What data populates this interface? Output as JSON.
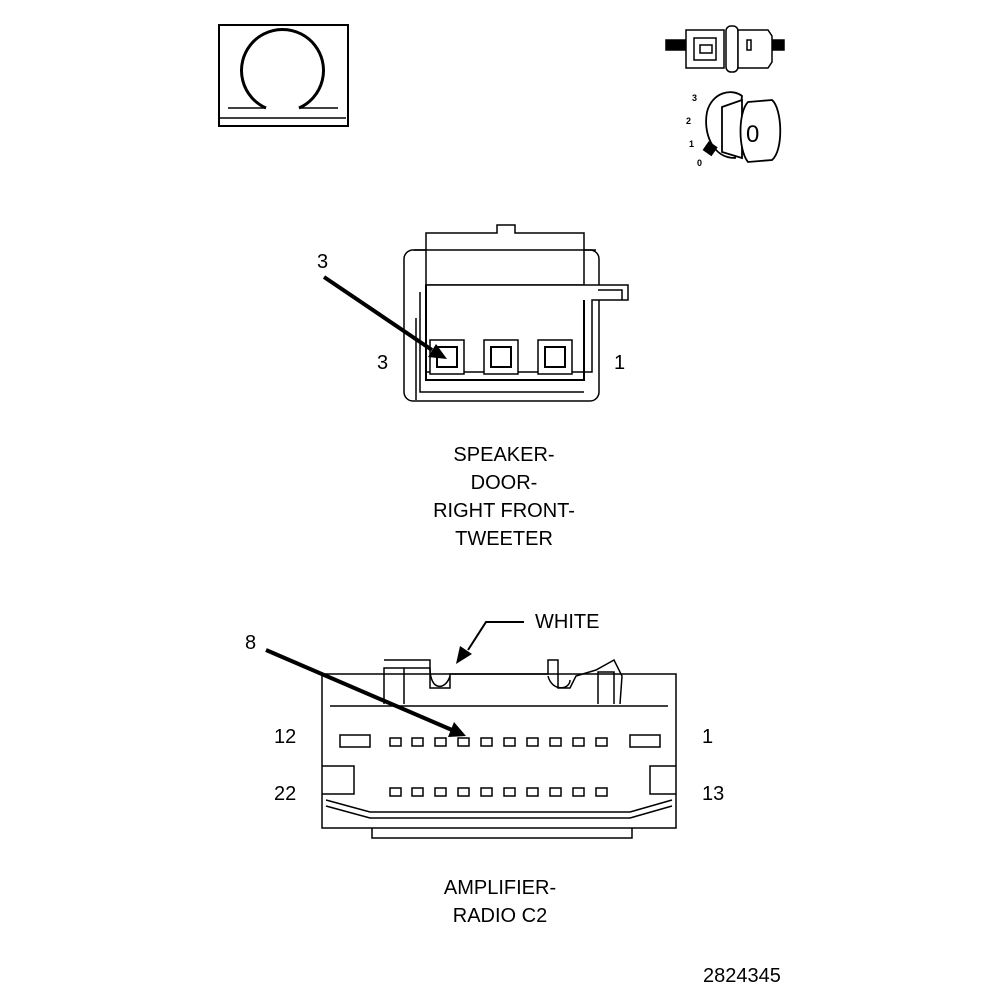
{
  "tweeter": {
    "callout_pin": "3",
    "left_pin": "3",
    "right_pin": "1",
    "title_lines": [
      "SPEAKER-",
      "DOOR-",
      "RIGHT FRONT-",
      "TWEETER"
    ]
  },
  "amplifier": {
    "callout_pin": "8",
    "color_label": "WHITE",
    "row1_left": "12",
    "row1_right": "1",
    "row2_left": "22",
    "row2_right": "13",
    "title_lines": [
      "AMPLIFIER-",
      "RADIO C2"
    ]
  },
  "key_switch": {
    "positions": [
      "3",
      "2",
      "1",
      "0"
    ],
    "key_label": "0"
  },
  "figure_number": "2824345"
}
